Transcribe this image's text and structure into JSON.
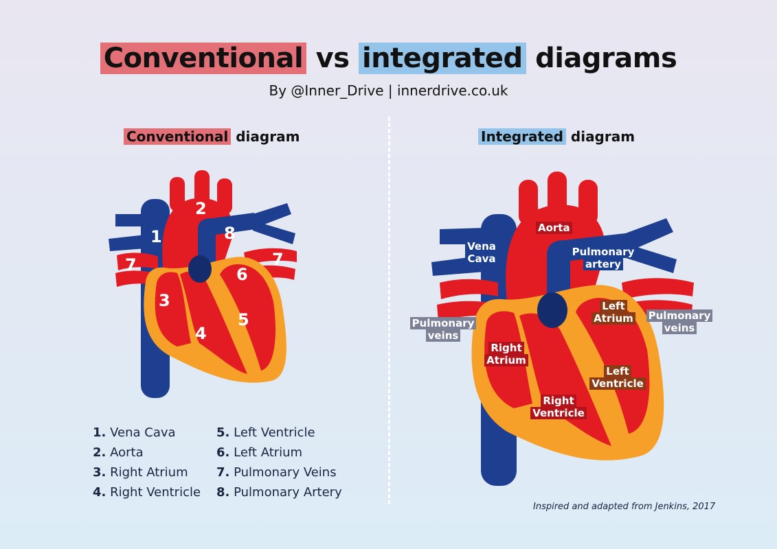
{
  "title": {
    "word1": "Conventional",
    "word2": "vs",
    "word3": "integrated",
    "word4": "diagrams"
  },
  "byline": "By @Inner_Drive | innerdrive.co.uk",
  "conventional": {
    "heading_highlight": "Conventional",
    "heading_rest": "diagram",
    "numbers": [
      "1",
      "2",
      "3",
      "4",
      "5",
      "6",
      "7",
      "7",
      "8"
    ],
    "legend_col1": [
      {
        "num": "1.",
        "text": "Vena Cava"
      },
      {
        "num": "2.",
        "text": "Aorta"
      },
      {
        "num": "3.",
        "text": "Right Atrium"
      },
      {
        "num": "4.",
        "text": "Right Ventricle"
      }
    ],
    "legend_col2": [
      {
        "num": "5.",
        "text": "Left Ventricle"
      },
      {
        "num": "6.",
        "text": "Left Atrium"
      },
      {
        "num": "7.",
        "text": "Pulmonary Veins"
      },
      {
        "num": "8.",
        "text": "Pulmonary Artery"
      }
    ]
  },
  "integrated": {
    "heading_highlight": "Integrated",
    "heading_rest": "diagram",
    "labels": {
      "aorta": "Aorta",
      "vena_cava_1": "Vena",
      "vena_cava_2": "Cava",
      "pulmonary_artery_1": "Pulmonary",
      "pulmonary_artery_2": "artery",
      "left_atrium_1": "Left",
      "left_atrium_2": "Atrium",
      "pulmonary_veins_left_1": "Pulmonary",
      "pulmonary_veins_left_2": "veins",
      "pulmonary_veins_right_1": "Pulmonary",
      "pulmonary_veins_right_2": "veins",
      "right_atrium_1": "Right",
      "right_atrium_2": "Atrium",
      "left_ventricle_1": "Left",
      "left_ventricle_2": "Ventricle",
      "right_ventricle_1": "Right",
      "right_ventricle_2": "Ventricle"
    }
  },
  "credit": "Inspired and adapted from Jenkins, 2017",
  "colors": {
    "red": "#e31b23",
    "dark_red": "#c0141b",
    "blue": "#1e3f90",
    "dark_blue": "#142c6b",
    "orange": "#f6a02a",
    "highlight_red": "#e36f77",
    "highlight_blue": "#94c4ea"
  }
}
